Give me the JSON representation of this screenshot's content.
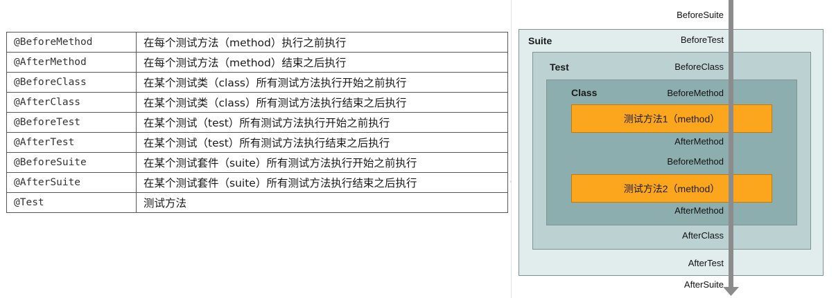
{
  "annotations": [
    {
      "name": "@BeforeMethod",
      "desc": "在每个测试方法（method）执行之前执行"
    },
    {
      "name": "@AfterMethod",
      "desc": "在每个测试方法（method）结束之后执行"
    },
    {
      "name": "@BeforeClass",
      "desc": "在某个测试类（class）所有测试方法执行开始之前执行"
    },
    {
      "name": "@AfterClass",
      "desc": "在某个测试类（class）所有测试方法执行结束之后执行"
    },
    {
      "name": "@BeforeTest",
      "desc": "在某个测试（test）所有测试方法执行开始之前执行"
    },
    {
      "name": "@AfterTest",
      "desc": "在某个测试（test）所有测试方法执行结束之后执行"
    },
    {
      "name": "@BeforeSuite",
      "desc": "在某个测试套件（suite）所有测试方法执行开始之前执行"
    },
    {
      "name": "@AfterSuite",
      "desc": "在某个测试套件（suite）所有测试方法执行结束之后执行"
    },
    {
      "name": "@Test",
      "desc": "测试方法"
    }
  ],
  "diagram": {
    "suite_title": "Suite",
    "test_title": "Test",
    "class_title": "Class",
    "method1": "测试方法1（method）",
    "method2": "测试方法2（method）",
    "hooks": {
      "before_suite": "BeforeSuite",
      "before_test": "BeforeTest",
      "before_class": "BeforeClass",
      "before_method_1": "BeforeMethod",
      "after_method_1": "AfterMethod",
      "before_method_2": "BeforeMethod",
      "after_method_2": "AfterMethod",
      "after_class": "AfterClass",
      "after_test": "AfterTest",
      "after_suite": "AfterSuite"
    }
  },
  "colors": {
    "suite": "#e1ecec",
    "test": "#bcd2d2",
    "class": "#8daeae",
    "method": "#fca61e",
    "arrow": "#8c8c8c"
  }
}
